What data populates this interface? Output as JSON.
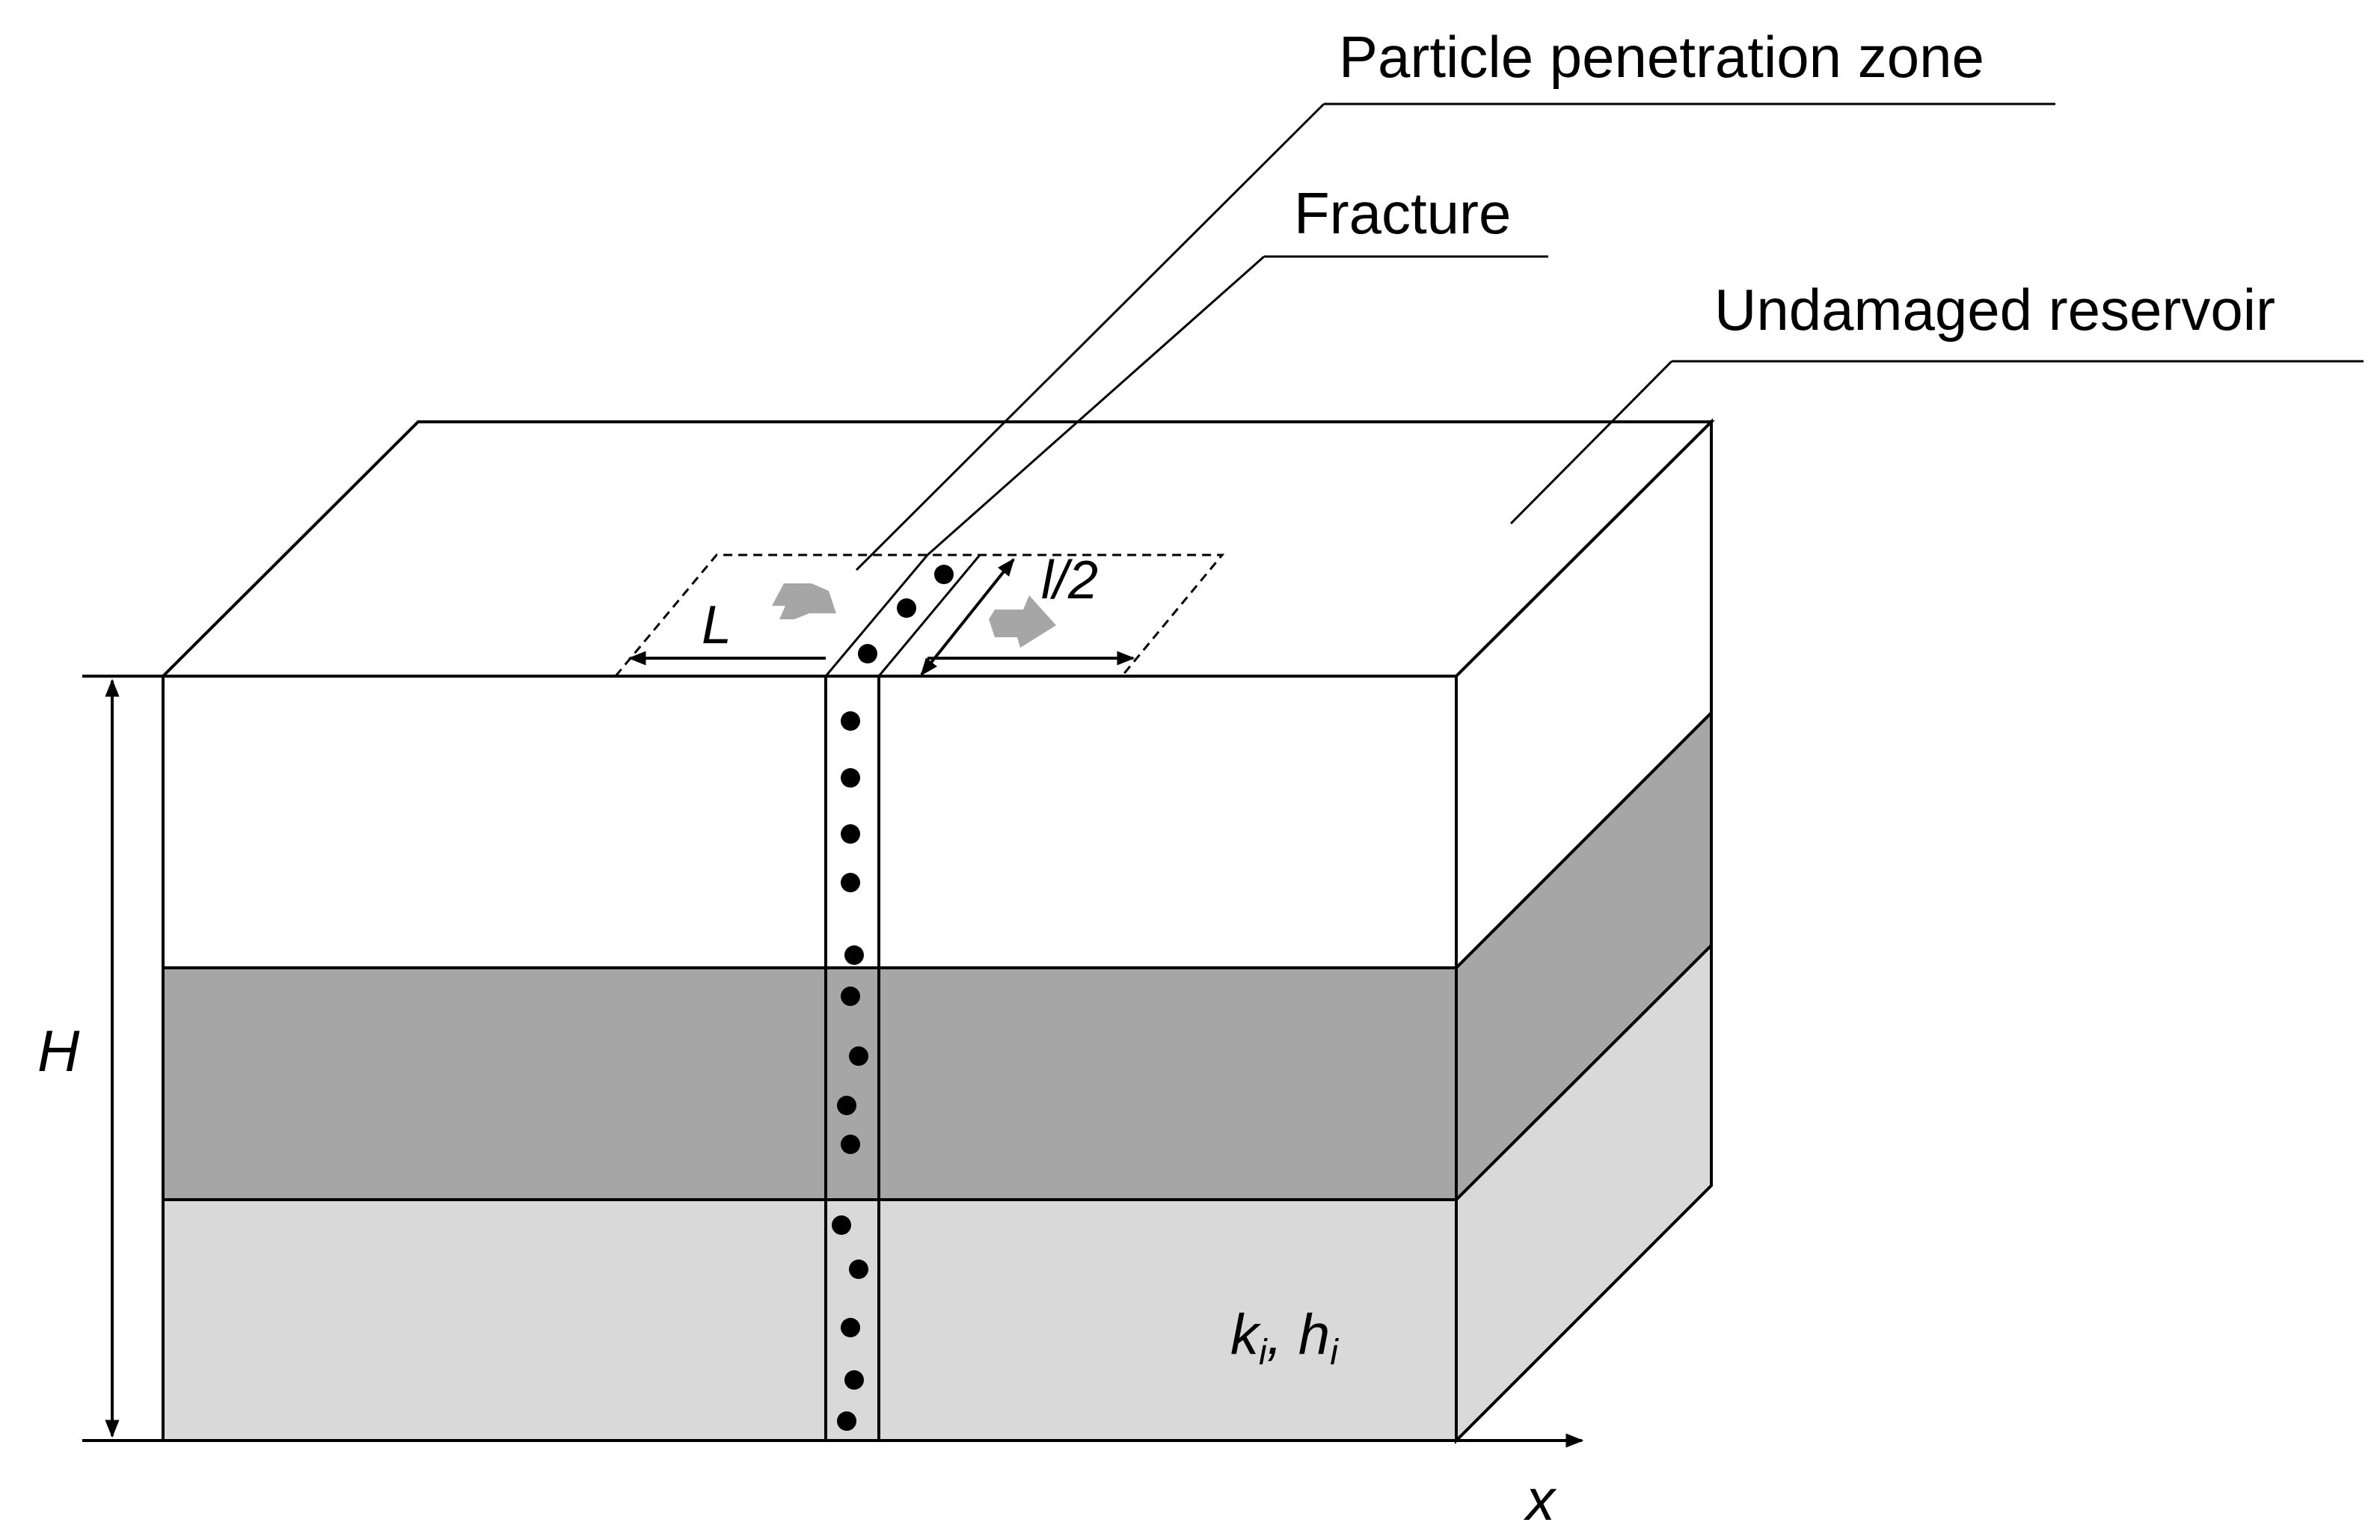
{
  "labels": {
    "particle_zone": "Particle penetration zone",
    "fracture": "Fracture",
    "undamaged": "Undamaged reservoir",
    "half_length": "L",
    "half_width": "l/2",
    "height": "H",
    "axis_x": "x",
    "perm_k": "k",
    "perm_k_sub": "i",
    "perm_sep": ", ",
    "perm_h": "h",
    "perm_h_sub": "i"
  },
  "colors": {
    "top_layer": "#ffffff",
    "middle_layer": "#a6a6a6",
    "bottom_layer": "#d9d9d9",
    "flow_arrow": "#a6a6a6",
    "line": "#000000"
  }
}
